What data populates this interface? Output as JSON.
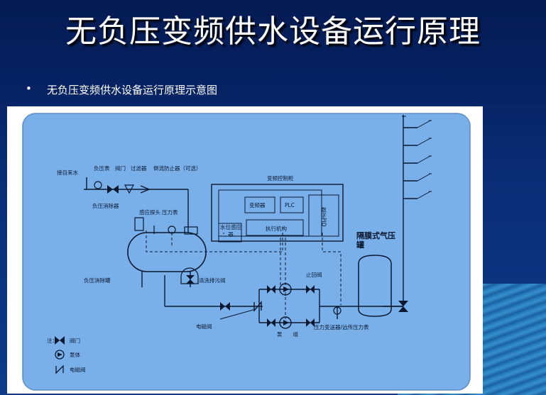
{
  "slide": {
    "title": "无负压变频供水设备运行原理",
    "bullet": "•",
    "caption": "无负压变频供水设备运行原理示意图"
  },
  "diagram": {
    "inlet": "接自来水",
    "gauge_top": "负压表",
    "valve_top": "阀门",
    "filter": "过滤器",
    "backflow": "倒流防止器（可选）",
    "eliminator": "负压消除器",
    "sensor": "感应探头",
    "pressure_gauge": "压力表",
    "tank": "负压消除罐",
    "flush_valve": "清洗排污阀",
    "cabinet": "变频控制柜",
    "inverter": "变频器",
    "plc": "PLC",
    "pid": "数字PID",
    "level_sensor": "水位感应器",
    "actuator": "执行机构",
    "check_valve": "止回阀",
    "diaphragm_tank": "隔膜式气压罐",
    "solenoid": "电磁阀",
    "pump_group": "泵　　组",
    "transmitter": "压力变送器/远传压力表",
    "legend_title": "注：",
    "legend_valve": "阀门",
    "legend_pump": "泵体",
    "legend_solenoid": "电磁阀"
  },
  "colors": {
    "background": "#0a2c75",
    "diagram_fill": "#7ab0ea",
    "line": "#0a1830"
  }
}
